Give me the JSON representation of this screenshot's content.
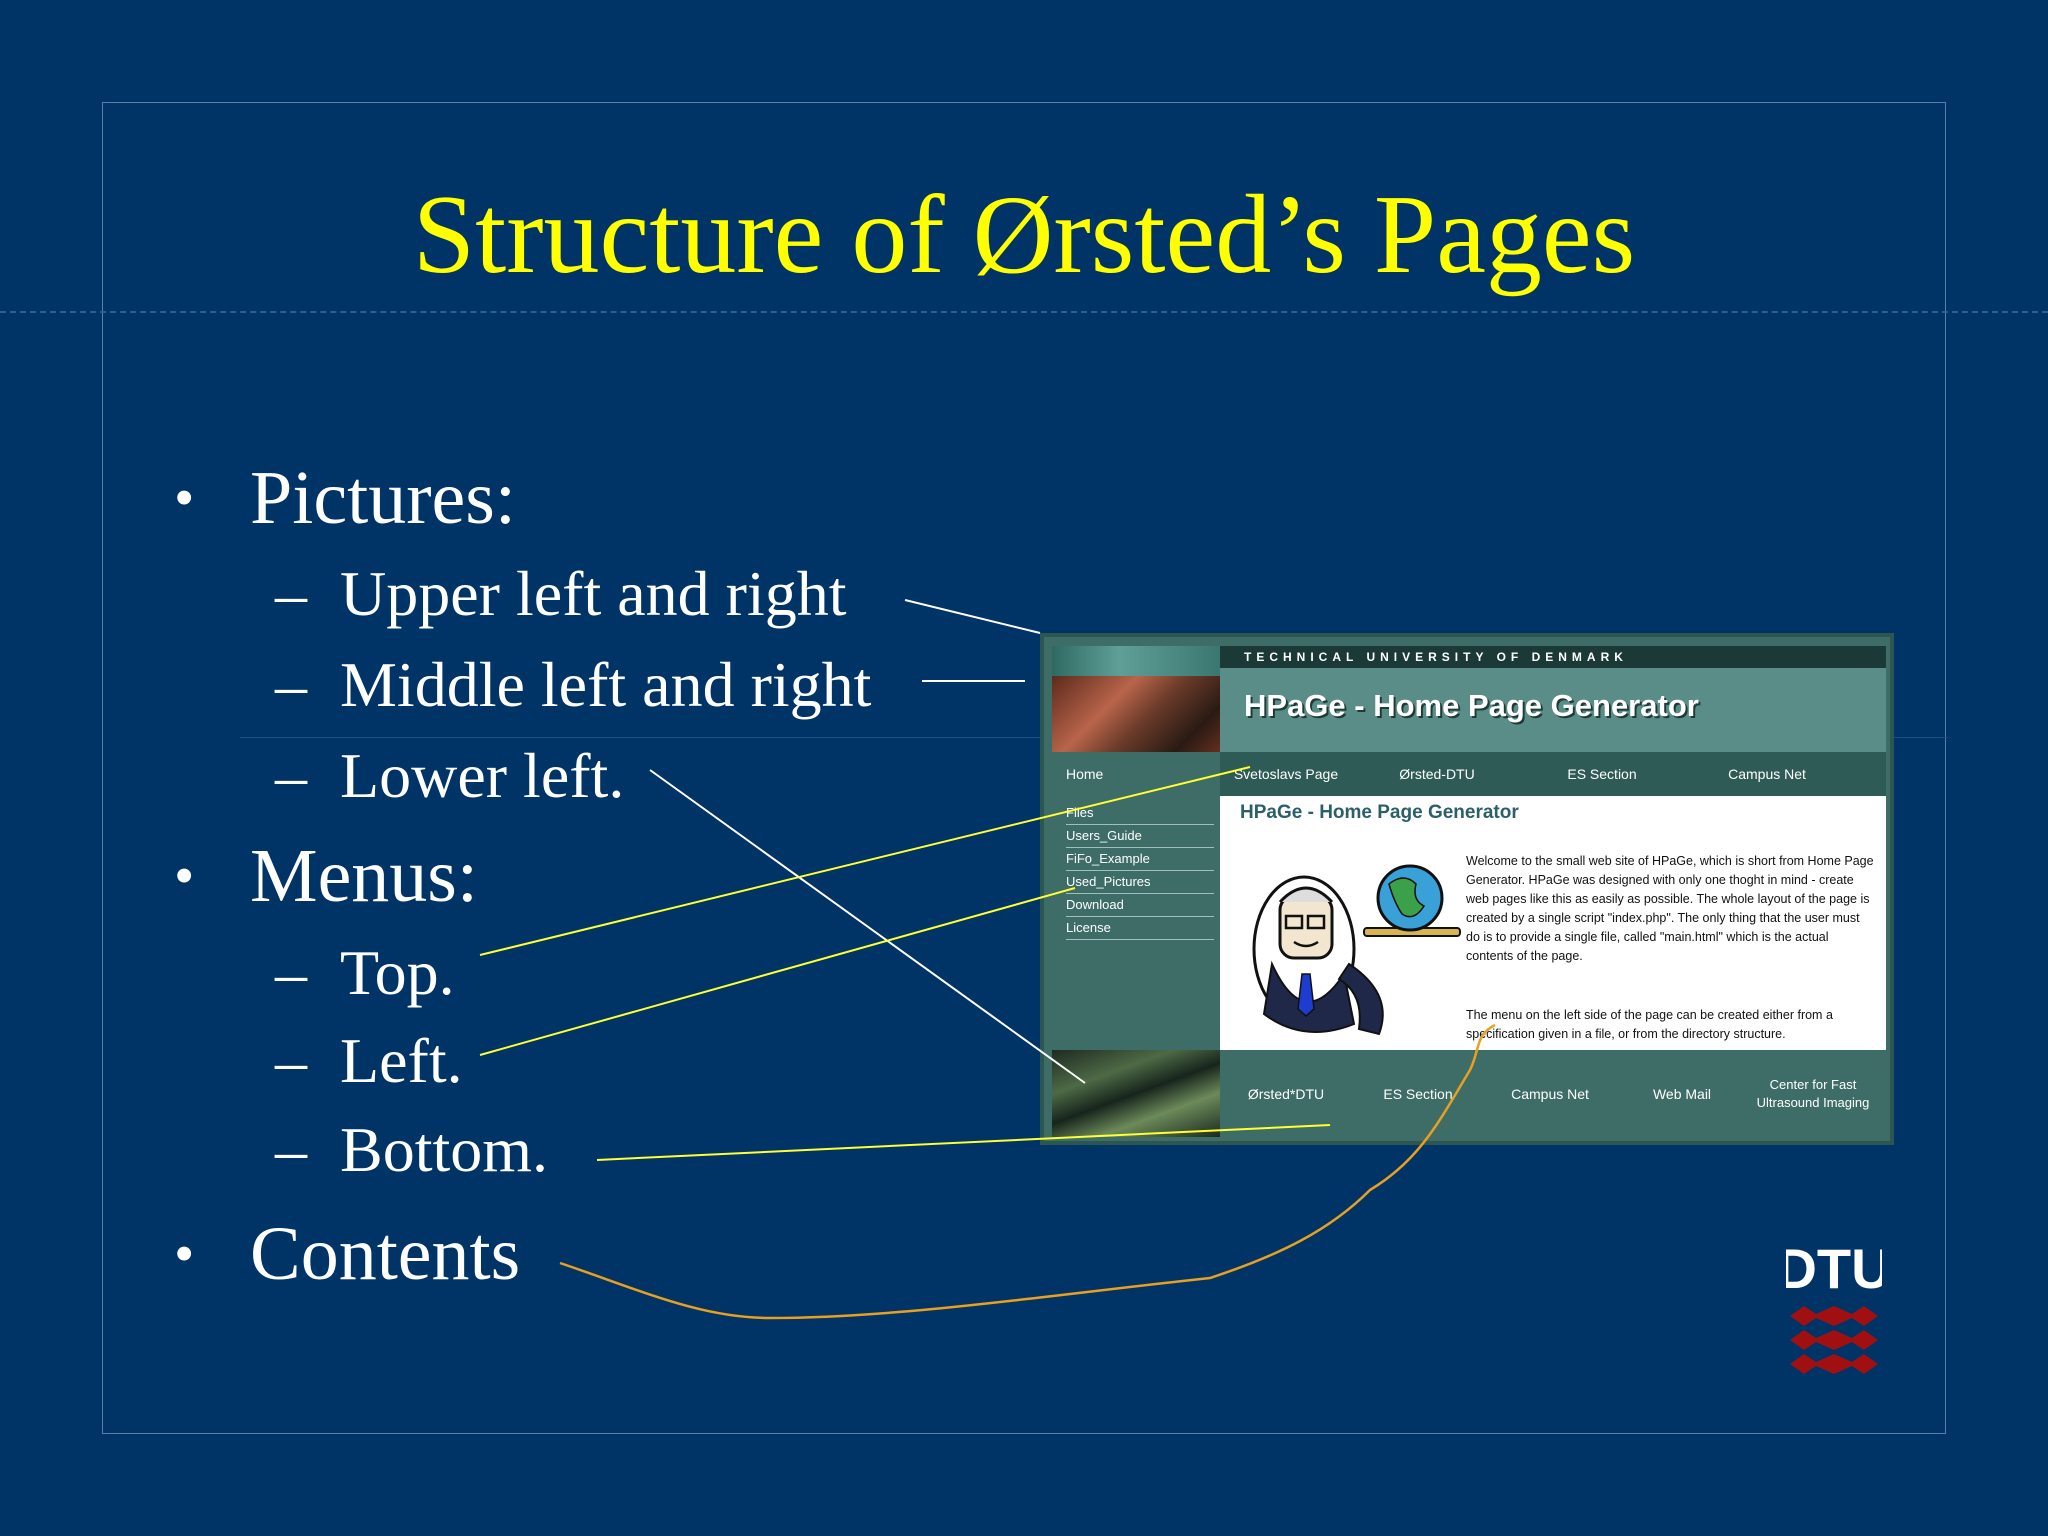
{
  "slide": {
    "title": "Structure of Ørsted’s Pages",
    "bullets": {
      "pictures": "Pictures:",
      "upper": "Upper left and right",
      "middle": "Middle left and right",
      "lower": "Lower left.",
      "menus": "Menus:",
      "top": "Top.",
      "left": "Left.",
      "bottom": "Bottom.",
      "contents": "Contents"
    },
    "bullet_glyph": "•",
    "dash_glyph": "–"
  },
  "screenshot": {
    "topbar": "TECHNICAL UNIVERSITY OF DENMARK",
    "header_title": "HPaGe - Home Page Generator",
    "top_menu": [
      "Home",
      "Svetoslavs Page",
      "Ørsted-DTU",
      "ES Section",
      "Campus Net"
    ],
    "side_menu": [
      "Files",
      "Users_Guide",
      "FiFo_Example",
      "Used_Pictures",
      "Download",
      "License"
    ],
    "content_title": "HPaGe - Home Page Generator",
    "paragraph1": "Welcome to the small web site of HPaGe, which is short from Home Page Generator. HPaGe was designed with only one thoght in mind - create web pages like this as easily as possible. The whole layout of the page is created by a single script \"index.php\". The only thing that the user must do is to provide a single file, called \"main.html\" which is the actual contents of the page.",
    "paragraph2": "The menu on the left side of the page can be created either from a specification given in a file, or from the directory structure.",
    "bottom_menu": [
      "Ørsted*DTU",
      "ES Section",
      "Campus Net",
      "Web Mail",
      "Center for Fast Ultrasound Imaging"
    ]
  },
  "logo": {
    "text": "DTU"
  },
  "colors": {
    "background": "#003366",
    "title": "#ffff00",
    "text": "#ffffff",
    "pointer_white": "#ffffff",
    "pointer_yellow": "#ffff33",
    "pointer_orange": "#e8a020",
    "logo_red": "#a01010"
  }
}
